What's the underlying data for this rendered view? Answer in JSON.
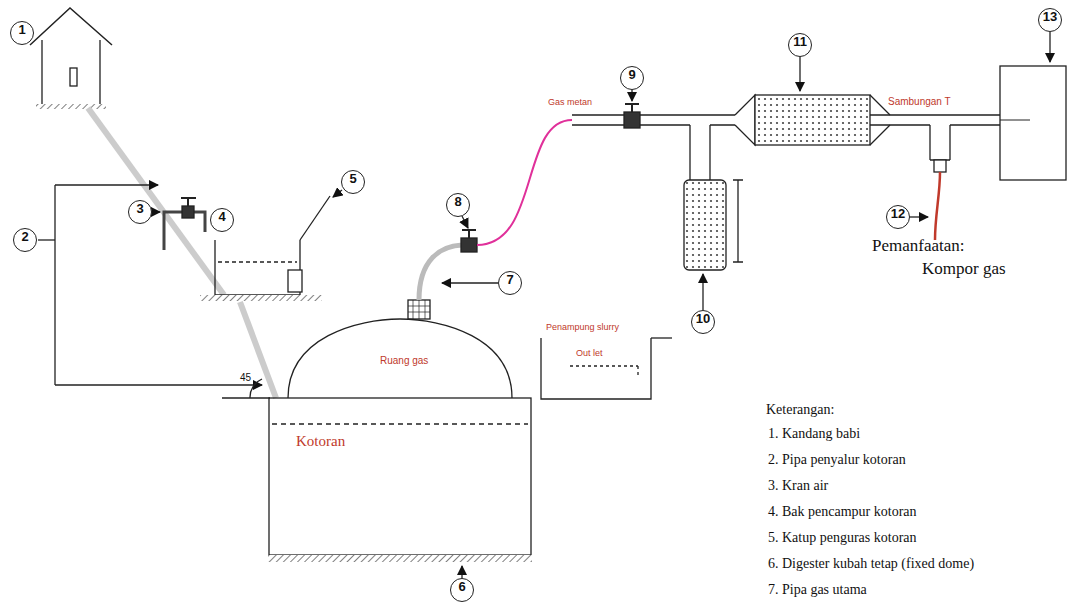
{
  "diagram": {
    "nodes": [
      {
        "text": [
          "Ruang gas",
          "Kotoran"
        ]
      },
      {
        "text": [
          "Penampung slurry",
          "Out let"
        ]
      }
    ],
    "labels": [
      "1",
      "2",
      "3",
      "4",
      "5",
      "6",
      "7",
      "8",
      "9",
      "10",
      "11",
      "12",
      "13",
      "45",
      "Gas metan",
      "Sambungan T",
      "Pemanfaatan:",
      "Kompor gas",
      "Keterangan:",
      "1. Kandang babi",
      "2. Pipa penyalur kotoran",
      "3. Kran air",
      "4. Bak pencampur kotoran",
      "5. Katup penguras kotoran",
      "6. Digester kubah tetap (fixed dome)",
      "7. Pipa gas utama"
    ]
  }
}
